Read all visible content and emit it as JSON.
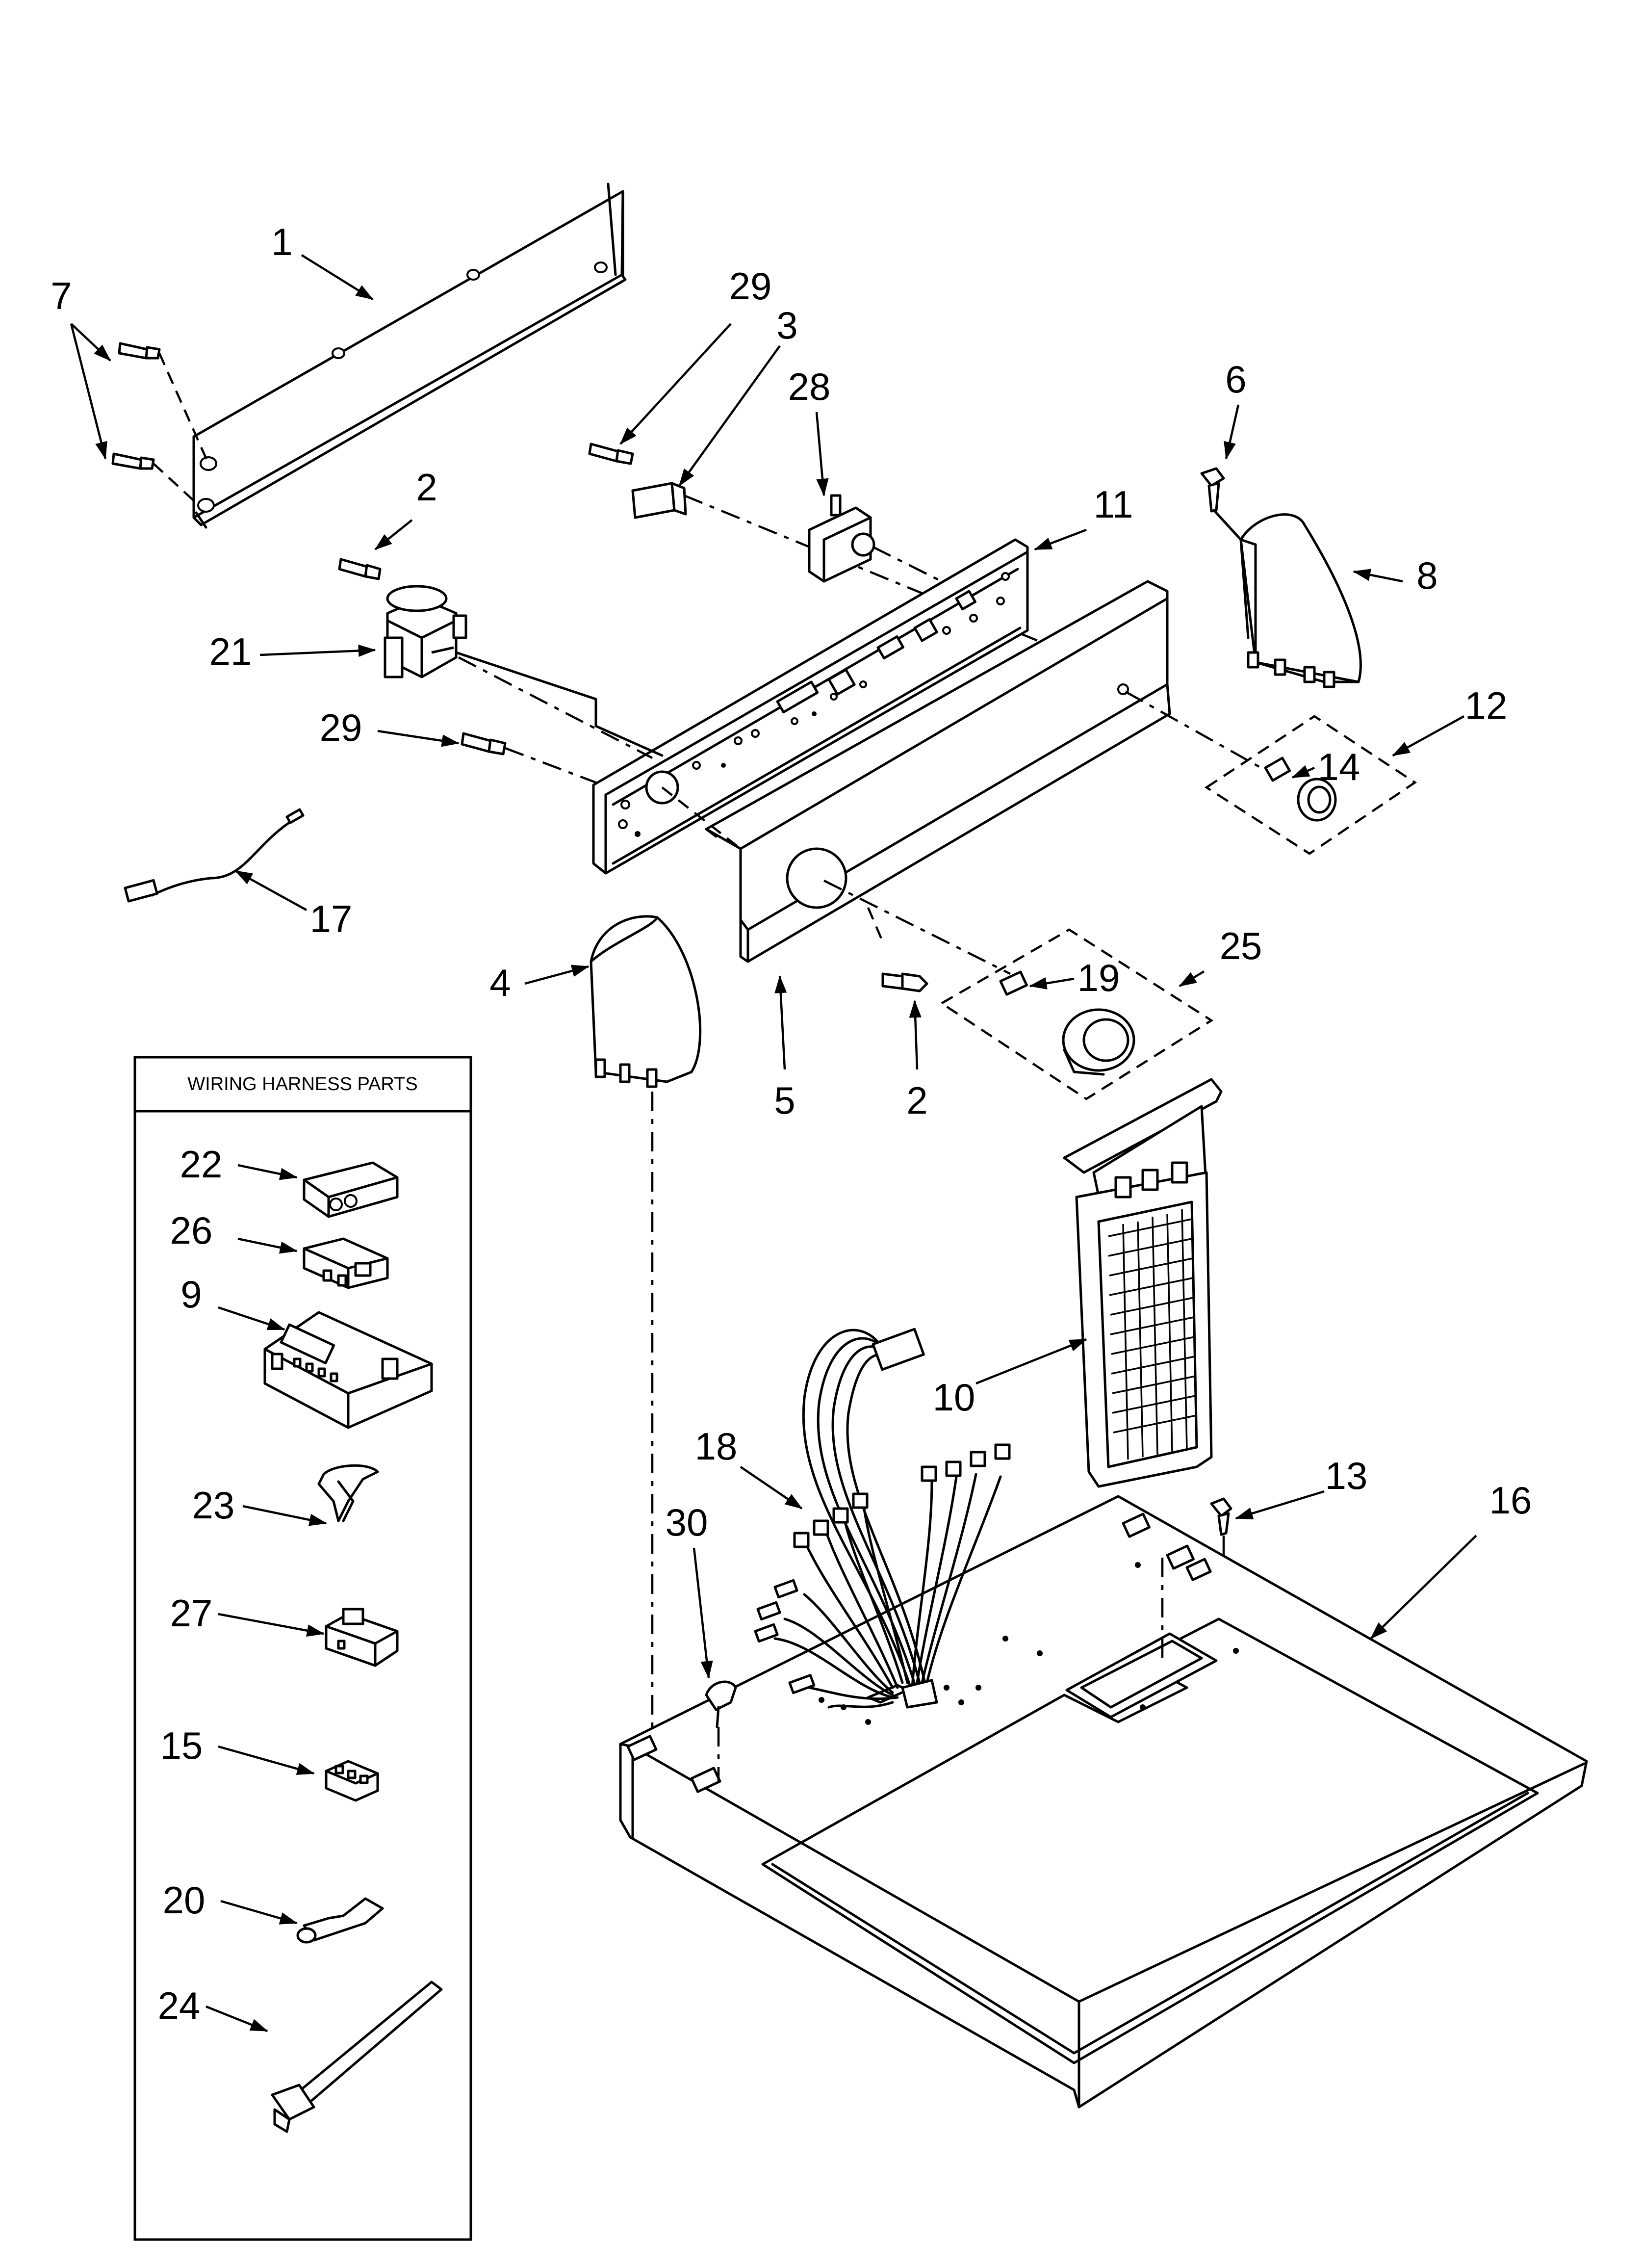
{
  "wiring_box": {
    "title": "WIRING HARNESS PARTS"
  },
  "callouts": {
    "c1": "1",
    "c2a": "2",
    "c2b": "2",
    "c3": "3",
    "c4": "4",
    "c5": "5",
    "c6": "6",
    "c7": "7",
    "c8": "8",
    "c9": "9",
    "c10": "10",
    "c11": "11",
    "c12": "12",
    "c13": "13",
    "c14": "14",
    "c15": "15",
    "c16": "16",
    "c17": "17",
    "c18": "18",
    "c19": "19",
    "c20": "20",
    "c21": "21",
    "c22": "22",
    "c23": "23",
    "c24": "24",
    "c25": "25",
    "c26": "26",
    "c27": "27",
    "c28": "28",
    "c29a": "29",
    "c29b": "29",
    "c30": "30"
  },
  "icons": [
    "rear-panel",
    "screw",
    "control-panel",
    "end-cap",
    "knob",
    "lint-filter",
    "top-cover",
    "wire-harness",
    "connector",
    "cable-tie"
  ]
}
